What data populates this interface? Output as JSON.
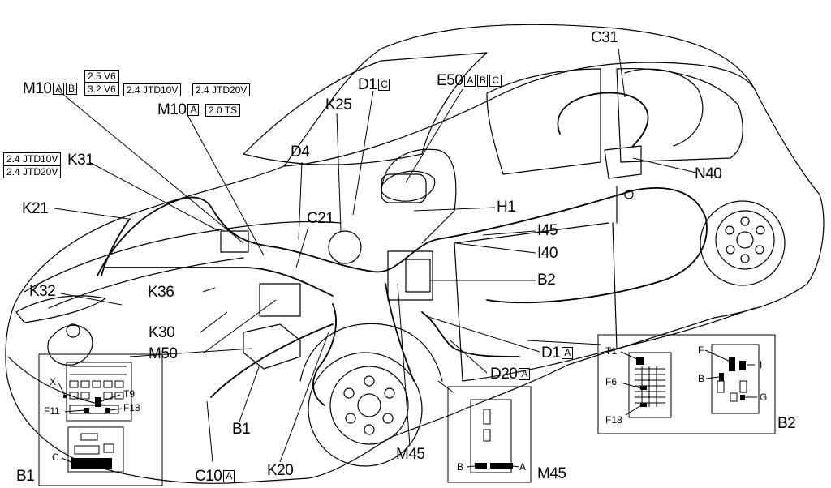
{
  "title": "",
  "callouts": {
    "M10_top": "M10",
    "M10_top_a": "A",
    "M10_top_b": "B",
    "variant_25v6": "2.5 V6",
    "variant_32v6": "3.2 V6",
    "jtd10_top": "2.4 JTD10V",
    "jtd20_top": "2.4 JTD20V",
    "M10_mid": "M10",
    "M10_mid_a": "A",
    "ts20": "2.0 TS",
    "D1C": "D1",
    "D1C_box": "C",
    "K25": "K25",
    "E50": "E50",
    "E50_a": "A",
    "E50_b": "B",
    "E50_c": "C",
    "C31": "C31",
    "jtd10_left": "2.4 JTD10V",
    "jtd20_left": "2.4 JTD20V",
    "K31": "K31",
    "K21": "K21",
    "D4": "D4",
    "C21": "C21",
    "H1": "H1",
    "N40": "N40",
    "I45": "I45",
    "I40": "I40",
    "B2": "B2",
    "K32": "K32",
    "K36": "K36",
    "K30": "K30",
    "M50": "M50",
    "D1A": "D1",
    "D1A_box": "A",
    "D20A": "D20",
    "D20A_box": "A",
    "B1": "B1",
    "M45": "M45",
    "K20": "K20",
    "C10A": "C10",
    "C10A_box": "A"
  },
  "inset_b1": {
    "label": "B1",
    "X": "X",
    "T9": "T9",
    "F11": "F11",
    "F18": "F18",
    "C": "C"
  },
  "inset_m45": {
    "label": "M45",
    "A": "A",
    "B": "B"
  },
  "inset_b2": {
    "label": "B2",
    "T1": "T1",
    "F6": "F6",
    "F18": "F18",
    "F": "F",
    "I": "I",
    "B": "B",
    "G": "G"
  }
}
